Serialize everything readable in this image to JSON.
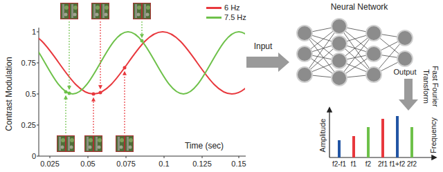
{
  "diagram": {
    "nodes": [
      {
        "text": [
          "Neural Network"
        ]
      }
    ],
    "labels": [
      "1",
      "0.75",
      "0.5",
      "0.25",
      "0",
      "0.025",
      "0.05",
      "0.075",
      "0.1",
      "0.125",
      "0.15",
      "Contrast Modulation",
      "Time (sec)",
      "Input",
      "Output",
      "Fast Fourier Transform",
      "Amplitude",
      "Frequency",
      "f2-f1",
      "f1",
      "f2",
      "2f1",
      "f1+f2",
      "2f2"
    ],
    "legend": [
      {
        "text": "6 Hz",
        "color": "#e8383d"
      },
      {
        "text": "7.5 Hz",
        "color": "#6ec14a"
      }
    ]
  }
}
